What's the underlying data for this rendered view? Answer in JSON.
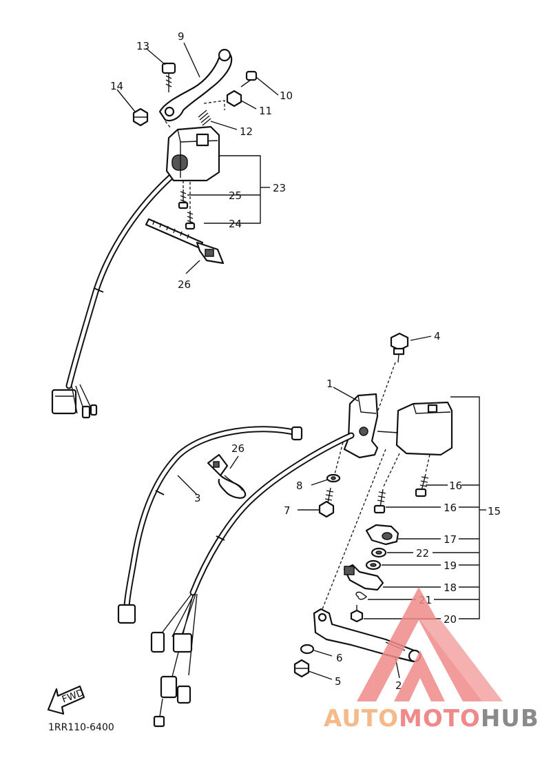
{
  "diagram": {
    "drawing_code": "1RR110-6400",
    "fwd_label": "FWD",
    "callouts": {
      "c1": "1",
      "c2": "2",
      "c3": "3",
      "c4": "4",
      "c5": "5",
      "c6": "6",
      "c7": "7",
      "c8": "8",
      "c9": "9",
      "c10": "10",
      "c11": "11",
      "c12": "12",
      "c13": "13",
      "c14": "14",
      "c15": "15",
      "c16a": "16",
      "c16b": "16",
      "c17": "17",
      "c18": "18",
      "c19": "19",
      "c20": "20",
      "c21": "21",
      "c22": "22",
      "c23": "23",
      "c24": "24",
      "c25": "25",
      "c26a": "26",
      "c26b": "26"
    }
  },
  "watermark": {
    "part1": "AUTO",
    "part2": "MOTO",
    "part3": "HUB",
    "colors": {
      "accent": "#f08a8a",
      "orange": "#f5b98a",
      "gray": "#8a8a8a"
    }
  }
}
